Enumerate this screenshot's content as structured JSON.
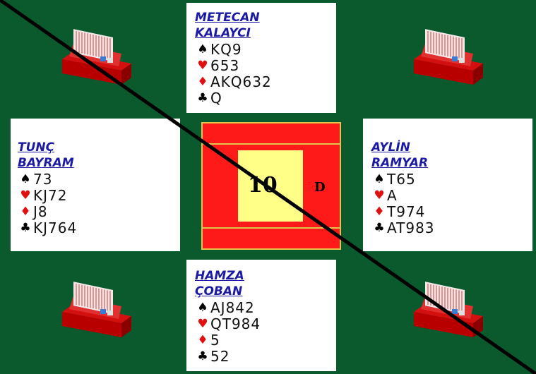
{
  "north": {
    "name_line1": "METECAN",
    "name_line2": "KALAYCI",
    "spades": "KQ9",
    "hearts": "653",
    "diamonds": "AKQ632",
    "clubs": "Q"
  },
  "west": {
    "name_line1": "TUNÇ",
    "name_line2": "BAYRAM",
    "spades": "73",
    "hearts": "KJ72",
    "diamonds": "J8",
    "clubs": "KJ764"
  },
  "east": {
    "name_line1": "AYLİN",
    "name_line2": "RAMYAR",
    "spades": "T65",
    "hearts": "A",
    "diamonds": "T974",
    "clubs": "AT983"
  },
  "south": {
    "name_line1": "HAMZA",
    "name_line2": "ÇOBAN",
    "spades": "AJ842",
    "hearts": "QT984",
    "diamonds": "5",
    "clubs": "52"
  },
  "board": {
    "number": "10",
    "dealer": "D"
  },
  "icons": {
    "spade": "spade-icon",
    "heart": "heart-icon",
    "diamond": "diamond-icon",
    "club": "club-icon",
    "bidding_box": "bidding-box-icon"
  },
  "colors": {
    "felt": "#0b5a2e",
    "name": "#1a1aa6",
    "red_suit": "#e01010",
    "board_red": "#ff1a1a",
    "board_yellow": "#ffff88"
  }
}
